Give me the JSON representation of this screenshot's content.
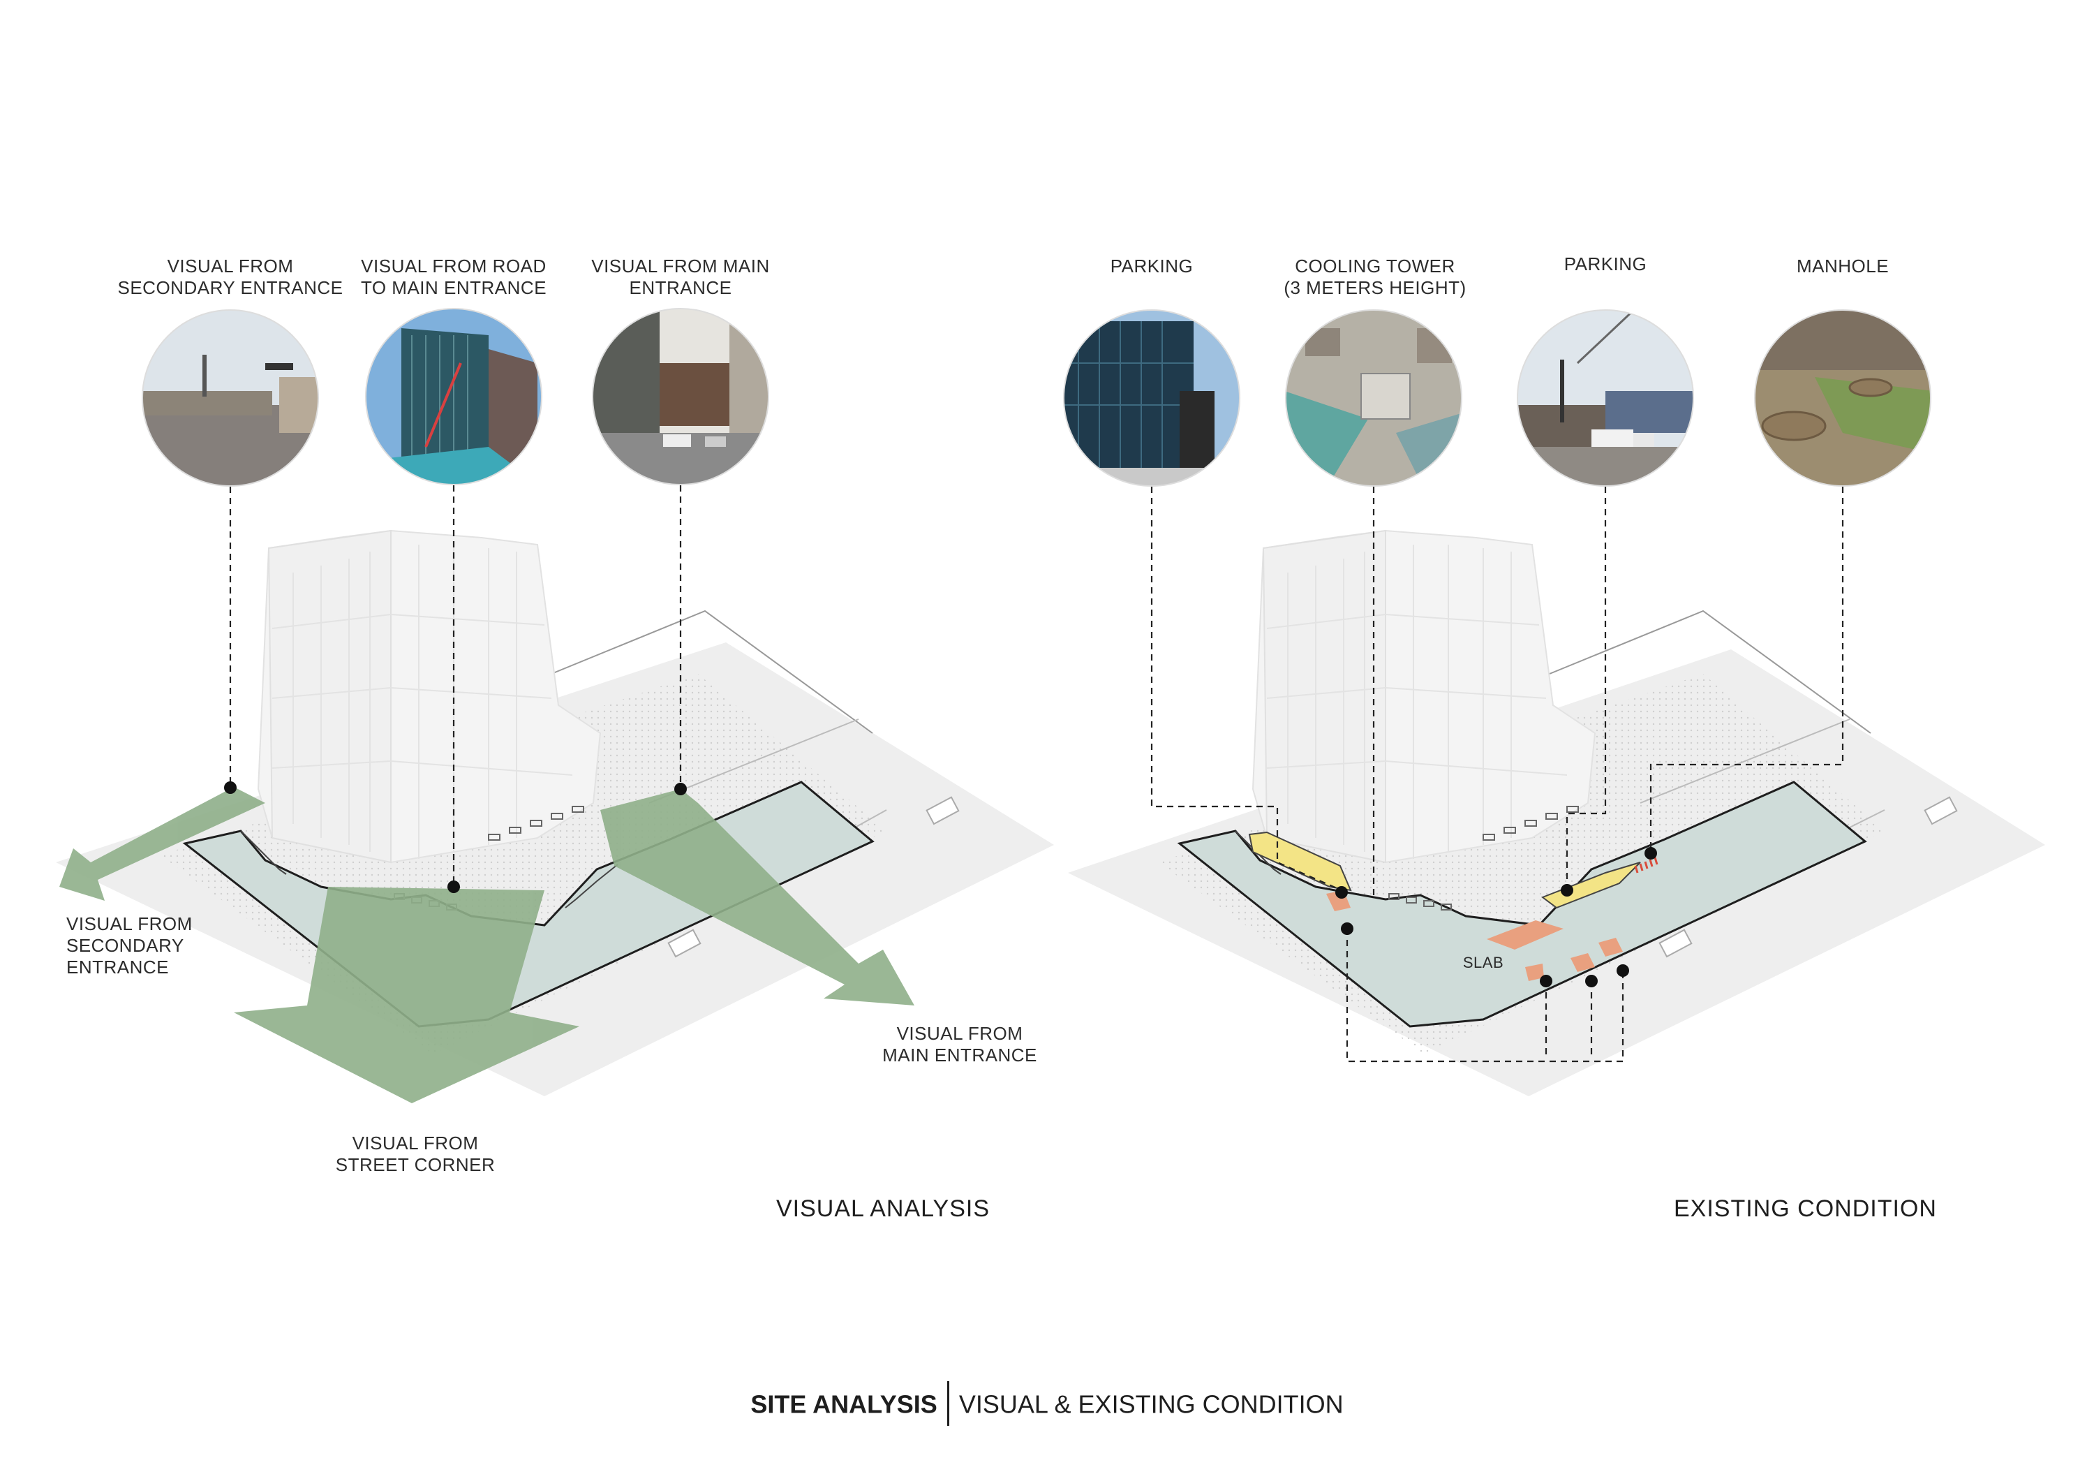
{
  "visual_analysis": {
    "title": "VISUAL ANALYSIS",
    "photo_labels": [
      "VISUAL FROM\nSECONDARY ENTRANCE",
      "VISUAL FROM ROAD\nTO MAIN ENTRANCE",
      "VISUAL FROM MAIN\nENTRANCE"
    ],
    "arrow_labels": [
      "VISUAL FROM\nSECONDARY\nENTRANCE",
      "VISUAL FROM\nSTREET CORNER",
      "VISUAL FROM\nMAIN ENTRANCE"
    ]
  },
  "existing_condition": {
    "title": "EXISTING CONDITION",
    "photo_labels": [
      "PARKING",
      "COOLING TOWER\n(3 METERS HEIGHT)",
      "PARKING",
      "MANHOLE"
    ],
    "slab_label": "SLAB"
  },
  "footer": {
    "bold": "SITE ANALYSIS",
    "rest": "VISUAL & EXISTING CONDITION"
  },
  "colors": {
    "view_arrow": "#8faf8a",
    "site_fill": "#cfdcd9",
    "parking_highlight": "#f3e486",
    "feature_highlight": "#e9a07f",
    "leader_line": "#222222"
  }
}
